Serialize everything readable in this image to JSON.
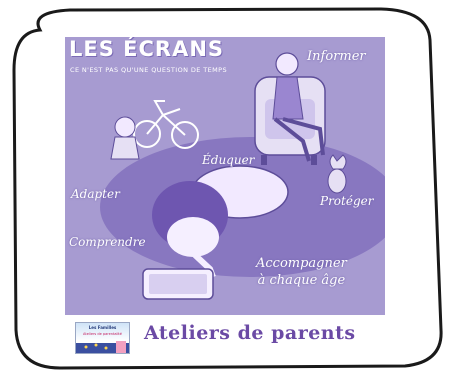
{
  "poster": {
    "title": "LES ÉCRANS",
    "subtitle": "CE N'EST PAS QU'UNE QUESTION DE TEMPS",
    "words": {
      "informer": "Informer",
      "eduquer": "Éduquer",
      "adapter": "Adapter",
      "proteger": "Protéger",
      "comprendre": "Comprendre",
      "accompagner_line1": "Accompagner",
      "accompagner_line2": "à chaque âge"
    }
  },
  "footer": {
    "title": "Ateliers de parents",
    "badge_line1": "Les Familles",
    "badge_line2": "Ateliers de parentalité"
  },
  "colors": {
    "poster_bg": "#a79bd1",
    "accent_purple": "#6b4aa5",
    "frame": "#1a1a1a"
  }
}
